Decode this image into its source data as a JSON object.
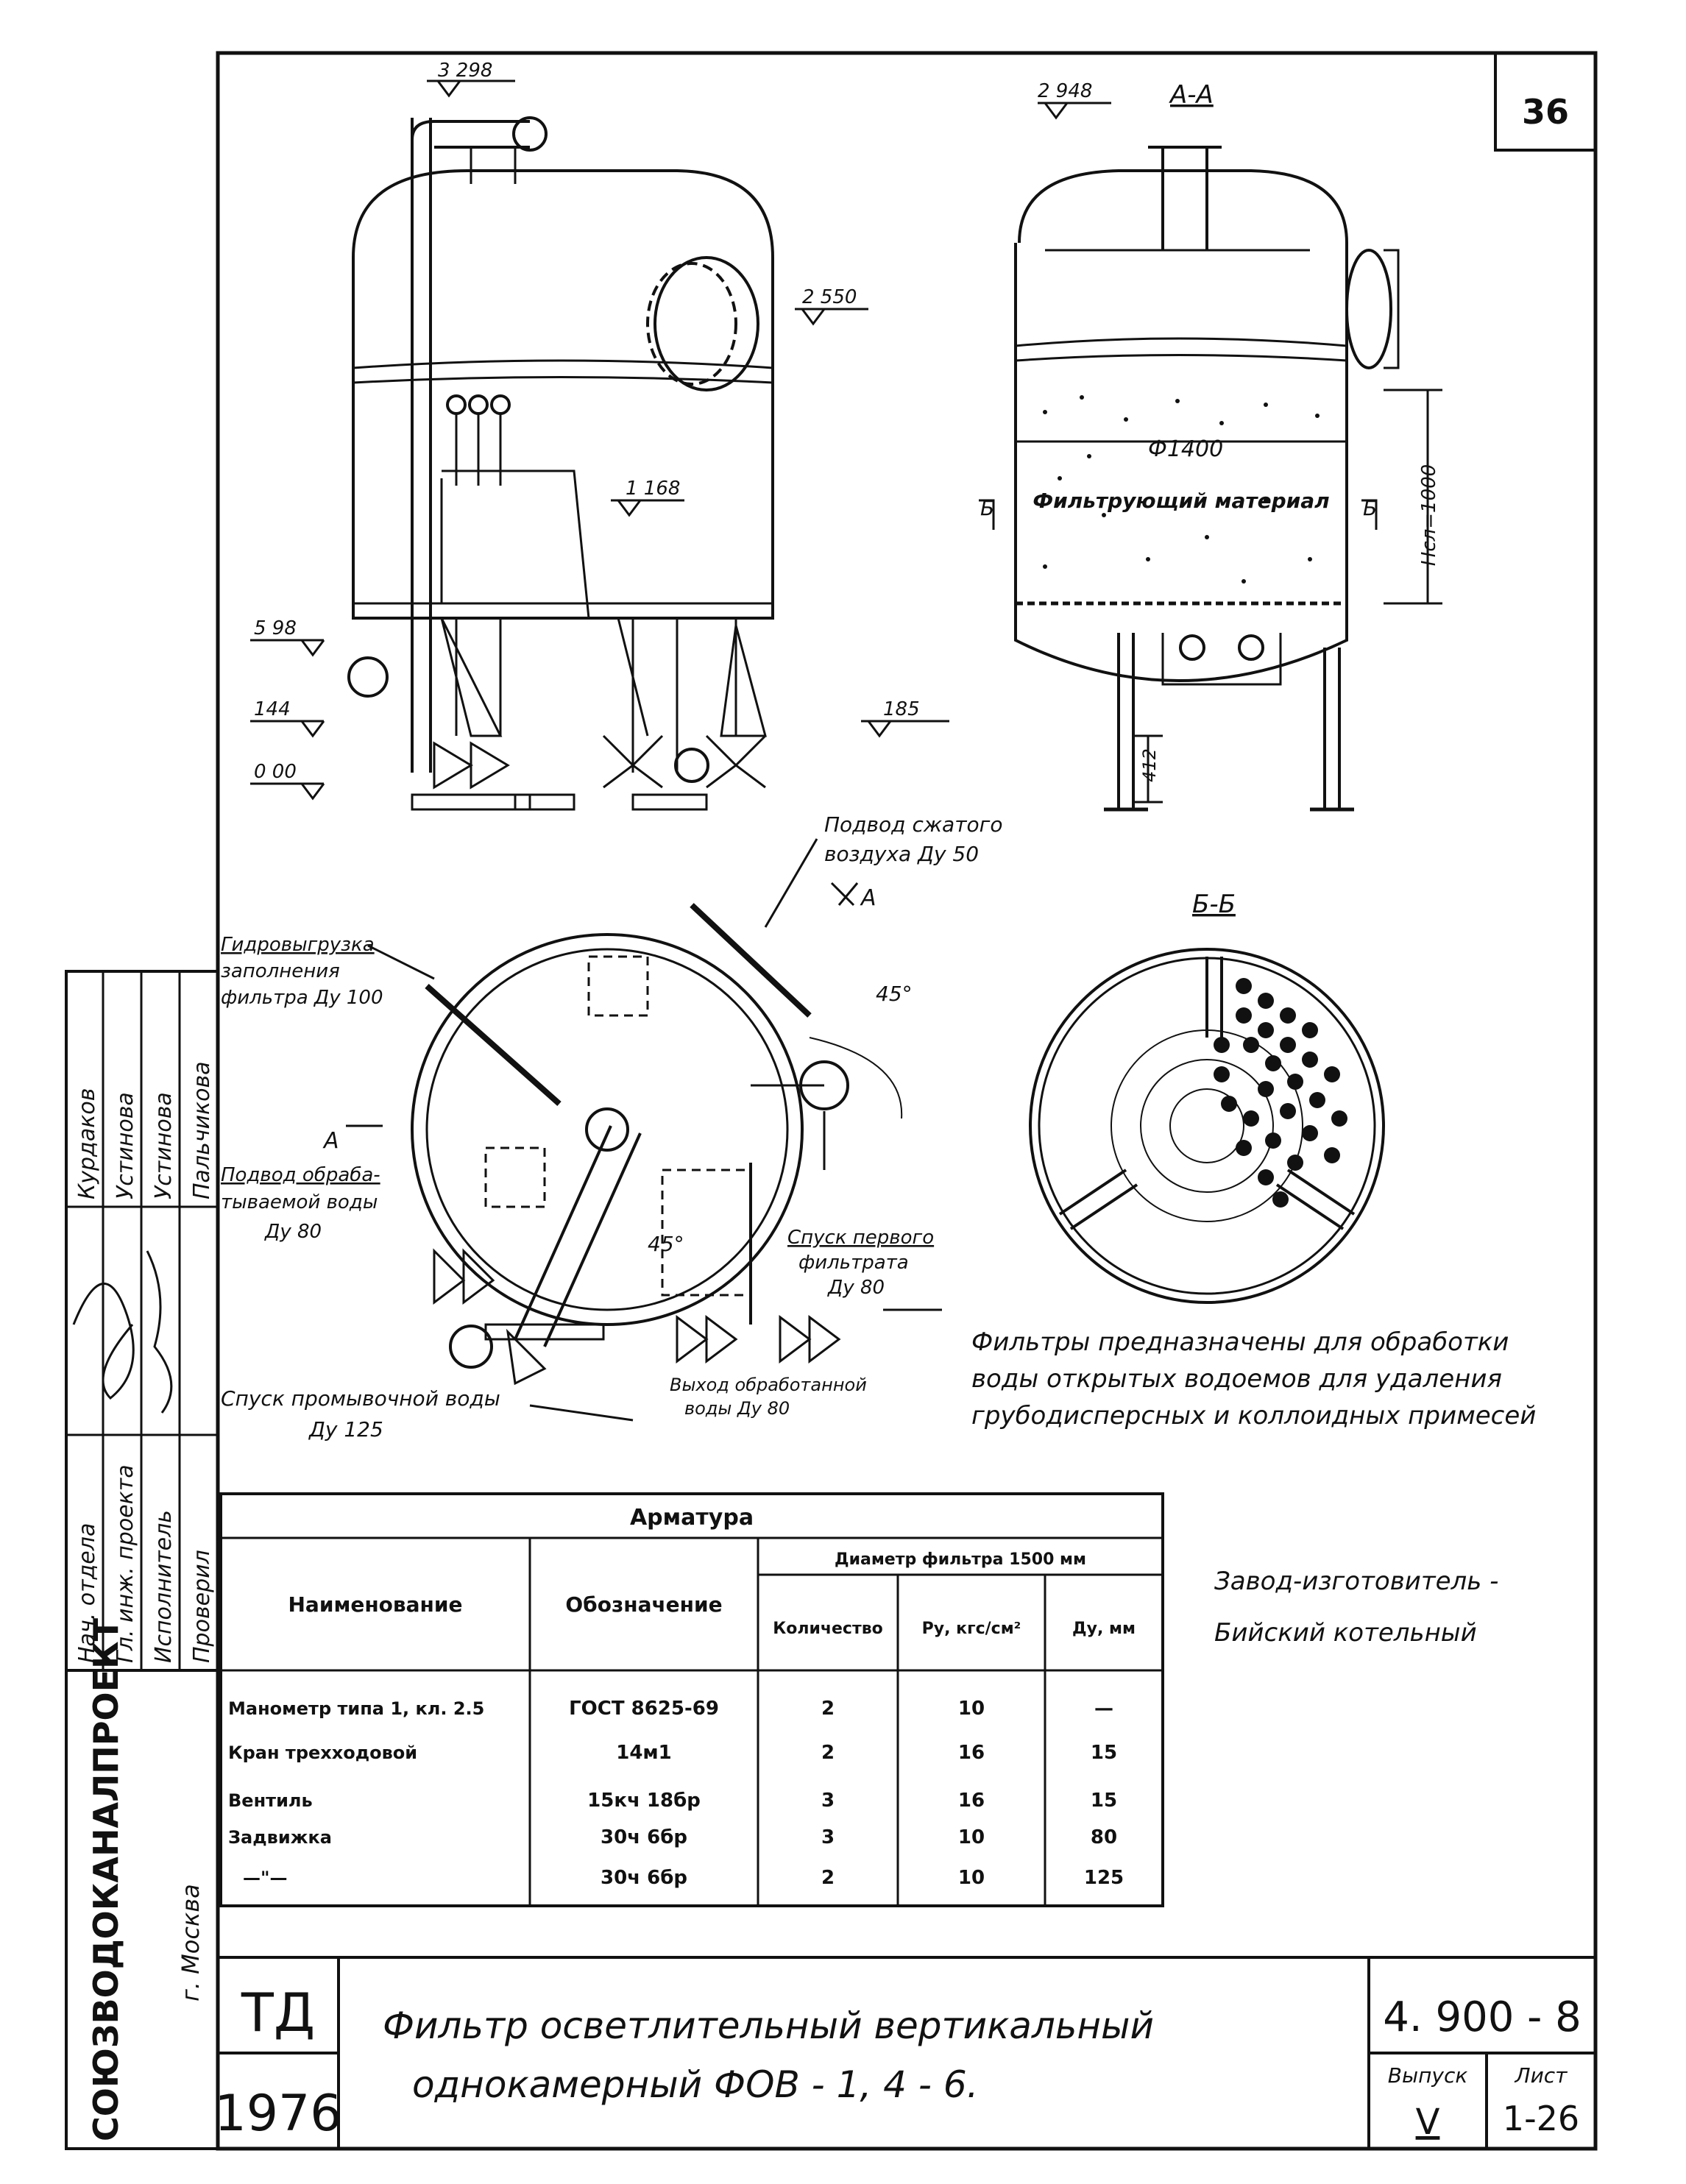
{
  "sheet": {
    "page_number": "36",
    "views": {
      "section_a": "А-А",
      "section_b": "Б-Б",
      "cut_a": "А",
      "cut_b": "Б"
    },
    "elevations": {
      "top_pipe": "3 298",
      "manhole": "2 550",
      "middle": "1 168",
      "left_upper": "5 98",
      "left_mid": "144",
      "left_zero": "0 00",
      "right_outlet": "185",
      "section_top": "2 948",
      "legs": "412"
    },
    "section_labels": {
      "diameter": "Ф1400",
      "media": "Фильтрующий материал",
      "media_height": "Hсл=1000"
    },
    "plan_labels": {
      "air_supply_line1": "Подвод сжатого",
      "air_supply_line2": "воздуха    Ду 50",
      "hydro_line1": "Гидровыгрузка",
      "hydro_line2": "заполнения",
      "hydro_line3": "фильтра  Ду 100",
      "treated_in_line1": "Подвод обраба-",
      "treated_in_line2": "тываемой воды",
      "treated_in_line3": "Ду 80",
      "first_filtrate_line1": "Спуск первого",
      "first_filtrate_line2": "фильтрата",
      "first_filtrate_line3": "Ду 80",
      "treated_out_line1": "Выход обработанной",
      "treated_out_line2": "воды   Ду 80",
      "wash_drain_line1": "Спуск промывочной воды",
      "wash_drain_line2": "Ду 125",
      "angle1": "45°",
      "angle2": "45°"
    },
    "note": {
      "line1": "Фильтры предназначены для обработки",
      "line2": "воды открытых водоемов для удаления",
      "line3": "грубодисперсных  и коллоидных примесей"
    },
    "manufacturer": {
      "line1": "Завод-изготовитель -",
      "line2": "Бийский  котельный"
    },
    "table": {
      "title": "Арматура",
      "group_header": "Диаметр фильтра 1500 мм",
      "col_name": "Наименование",
      "col_designation": "Обозначение",
      "col_qty": "Количество",
      "col_pressure": "Ру, кгс/см²",
      "col_dn": "Ду, мм",
      "rows": [
        {
          "name": "Манометр типа 1, кл. 2.5",
          "designation": "ГОСТ 8625-69",
          "qty": "2",
          "pressure": "10",
          "dn": "—"
        },
        {
          "name": "Кран трехходовой",
          "designation": "14м1",
          "qty": "2",
          "pressure": "16",
          "dn": "15"
        },
        {
          "name": "Вентиль",
          "designation": "15кч 18бр",
          "qty": "3",
          "pressure": "16",
          "dn": "15"
        },
        {
          "name": "Задвижка",
          "designation": "30ч 6бр",
          "qty": "3",
          "pressure": "10",
          "dn": "80"
        },
        {
          "name": "—\"—",
          "designation": "30ч 6бр",
          "qty": "2",
          "pressure": "10",
          "dn": "125"
        }
      ]
    },
    "stamp": {
      "roles": [
        "Нач. отдела",
        "Гл. инж. проекта",
        "Исполнитель",
        "Проверил"
      ],
      "names": [
        "Курдаков",
        "Устинова",
        "Устинова",
        "Пальчикова"
      ],
      "org": "СОЮЗВОДОКАНАЛПРОЕКТ",
      "city": "г. Москва",
      "td": "ТД",
      "year": "1976",
      "title_line1": "Фильтр осветлительный вертикальный",
      "title_line2": "однокамерный   ФОВ - 1, 4 - 6.",
      "code": "4. 900 - 8",
      "issue_label": "Выпуск",
      "issue": "V",
      "sheet_label": "Лист",
      "sheet": "1-26"
    }
  }
}
